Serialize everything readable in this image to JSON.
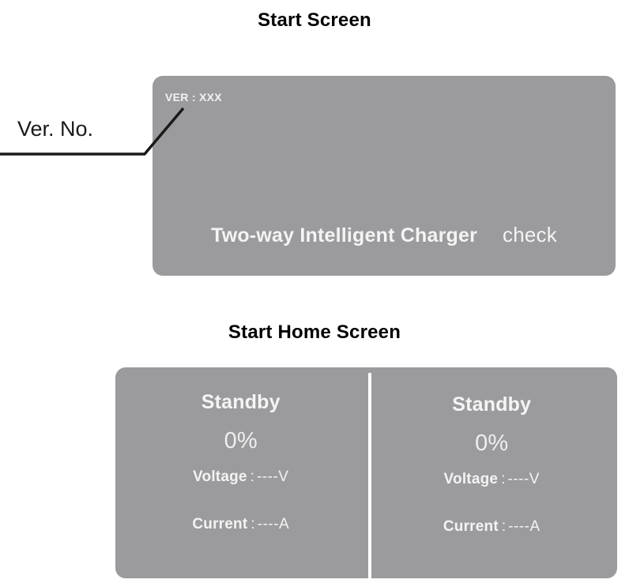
{
  "headings": {
    "start_screen": "Start Screen",
    "start_home_screen": "Start Home Screen"
  },
  "callout": {
    "label": "Ver. No.",
    "points_to": "ver-label"
  },
  "start_screen": {
    "version_label": "VER : XXX",
    "product_title": "Two-way Intelligent Charger",
    "check_word": "check"
  },
  "home_screen": {
    "divider": "|",
    "columns": [
      {
        "id": "channel-left",
        "status": "Standby",
        "percent": "0%",
        "voltage": {
          "label": "Voltage",
          "separator": ":",
          "value": "----V"
        },
        "current": {
          "label": "Current",
          "separator": ":",
          "value": "----A"
        }
      },
      {
        "id": "channel-right",
        "status": "Standby",
        "percent": "0%",
        "voltage": {
          "label": "Voltage",
          "separator": ":",
          "value": "----V"
        },
        "current": {
          "label": "Current",
          "separator": ":",
          "value": "----A"
        }
      }
    ]
  },
  "colors": {
    "lcd_background": "#9b9b9e",
    "lcd_text": "#f4f4f4",
    "page_background": "#ffffff",
    "heading_text": "#000000",
    "divider": "#ffffff",
    "callout_line": "#1a1a1a"
  }
}
